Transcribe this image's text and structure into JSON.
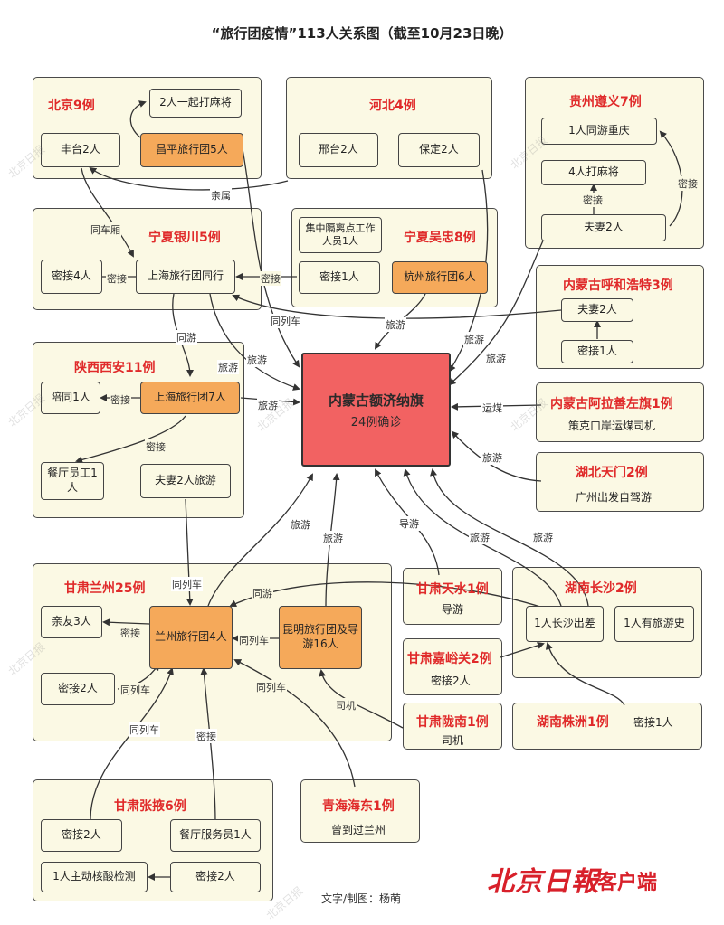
{
  "title": "“旅行团疫情”113人关系图（截至10月23日晚）",
  "central": {
    "name": "内蒙古额济纳旗",
    "cases": "24例确诊",
    "color": "#f26262"
  },
  "regions": {
    "beijing": {
      "title": "北京9例",
      "fengtai": "丰台2人",
      "changping": "昌平旅行团5人",
      "mahjong": "2人一起打麻将"
    },
    "hebei": {
      "title": "河北4例",
      "xingtai": "邢台2人",
      "baoding": "保定2人"
    },
    "guizhou": {
      "title": "贵州遵义7例",
      "chongqing": "1人同游重庆",
      "mahjong": "4人打麻将",
      "couple": "夫妻2人"
    },
    "yinchuan": {
      "title": "宁夏银川5例",
      "contact": "密接4人",
      "shanghai": "上海旅行团同行"
    },
    "wuzhong": {
      "title": "宁夏吴忠8例",
      "isolation": "集中隔离点工作人员1人",
      "contact": "密接1人",
      "hangzhou": "杭州旅行团6人"
    },
    "hohhot": {
      "title": "内蒙古呼和浩特3例",
      "couple": "夫妻2人",
      "contact": "密接1人"
    },
    "alxa": {
      "title": "内蒙古阿拉善左旗1例",
      "desc": "策克口岸运煤司机"
    },
    "xian": {
      "title": "陕西西安11例",
      "companion": "陪同1人",
      "shanghai": "上海旅行团7人",
      "staff": "餐厅员工1人",
      "couple": "夫妻2人旅游"
    },
    "tianmen": {
      "title": "湖北天门2例",
      "desc": "广州出发自驾游"
    },
    "lanzhou": {
      "title": "甘肃兰州25例",
      "relatives": "亲友3人",
      "lzgroup": "兰州旅行团4人",
      "kunming": "昆明旅行团及导游16人",
      "contact": "密接2人"
    },
    "tianshui": {
      "title": "甘肃天水1例",
      "desc": "导游"
    },
    "changsha": {
      "title": "湖南长沙2例",
      "trip": "1人长沙出差",
      "history": "1人有旅游史"
    },
    "jiayuguan": {
      "title": "甘肃嘉峪关2例",
      "desc": "密接2人"
    },
    "longnan": {
      "title": "甘肃陇南1例",
      "desc": "司机"
    },
    "zhuzhou": {
      "title": "湖南株洲1例",
      "desc": "密接1人"
    },
    "zhangye": {
      "title": "甘肃张掖6例",
      "contact": "密接2人",
      "waiter": "餐厅服务员1人",
      "nat": "1人主动核酸检测",
      "contact2": "密接2人"
    },
    "haidong": {
      "title": "青海海东1例",
      "desc": "曾到过兰州"
    }
  },
  "edge_labels": {
    "relative": "亲属",
    "same_car": "同车厢",
    "contact": "密接",
    "same_train": "同列车",
    "travel": "旅游",
    "same_trip": "同游",
    "coal": "运煤",
    "driver": "司机"
  },
  "footer": {
    "credit": "文字/制图：杨萌",
    "logo": "北京日報",
    "logo_suffix": "客户端",
    "watermark": "北京日报"
  },
  "colors": {
    "region_bg": "#fbf9e4",
    "orange": "#f5a95a",
    "red_title": "#e02a2a",
    "central": "#f26262"
  }
}
